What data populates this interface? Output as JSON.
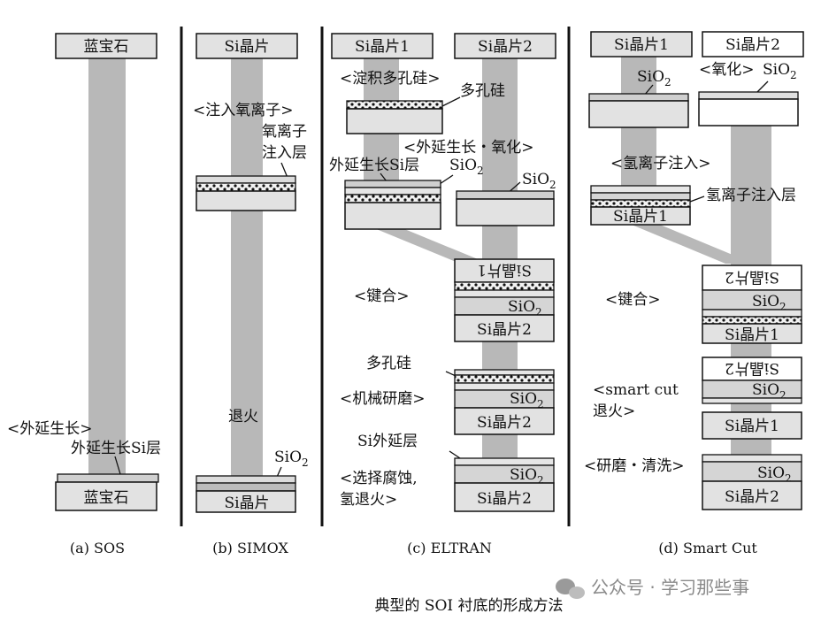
{
  "figure_title": "典型的 SOI 衬底的形成方法",
  "watermark": "公众号 · 学习那些事",
  "captions": {
    "a": "(a) SOS",
    "b": "(b) SIMOX",
    "c": "(c) ELTRAN",
    "d": "(d) Smart Cut"
  },
  "col_a": {
    "top_block": "蓝宝石",
    "step_epi": "<外延生长>",
    "epi_layer": "外延生长Si层",
    "bottom_block": "蓝宝石"
  },
  "col_b": {
    "top_block": "Si晶片",
    "step_implant": "<注入氧离子>",
    "implant_layer_1": "氧离子",
    "implant_layer_2": "注入层",
    "anneal": "退火",
    "sio2": "SiO",
    "sio2_sub": "2",
    "bottom_block": "Si晶片"
  },
  "col_c": {
    "wafer1": "Si晶片1",
    "wafer2": "Si晶片2",
    "step_porous": "<淀积多孔硅>",
    "porous_si": "多孔硅",
    "step_epi_ox": "<外延生长・氧化>",
    "epi_si_layer": "外延生长Si层",
    "sio2_left": "SiO",
    "sio2_right": "SiO",
    "sio2_sub": "2",
    "flipped_wafer1": "Si晶片1",
    "step_bond": "<键合>",
    "bond_sio2": "SiO",
    "bond_wafer2": "Si晶片2",
    "porous_si_2": "多孔硅",
    "step_grind": "<机械研磨>",
    "grind_sio2": "SiO",
    "grind_wafer2": "Si晶片2",
    "si_epi_layer": "Si外延层",
    "step_etch_1": "<选择腐蚀,",
    "step_etch_2": "氢退火>",
    "final_sio2": "SiO",
    "final_wafer2": "Si晶片2"
  },
  "col_d": {
    "wafer1": "Si晶片1",
    "wafer2": "Si晶片2",
    "sio2_left": "SiO",
    "step_oxidize": "<氧化>",
    "sio2_right": "SiO",
    "sio2_sub": "2",
    "step_h_implant": "<氢离子注入>",
    "h_implant_layer": "氢离子注入层",
    "implanted_wafer1": "Si晶片1",
    "flipped_wafer2": "Si晶片2",
    "step_bond": "<键合>",
    "bond_sio2": "SiO",
    "bond_wafer1": "Si晶片1",
    "step_smartcut_1": "<smart cut",
    "step_smartcut_2": "退火>",
    "split_wafer2": "Si晶片2",
    "split_sio2": "SiO",
    "split_wafer1": "Si晶片1",
    "step_polish": "<研磨・清洗>",
    "final_sio2": "SiO",
    "final_wafer2": "Si晶片2"
  }
}
